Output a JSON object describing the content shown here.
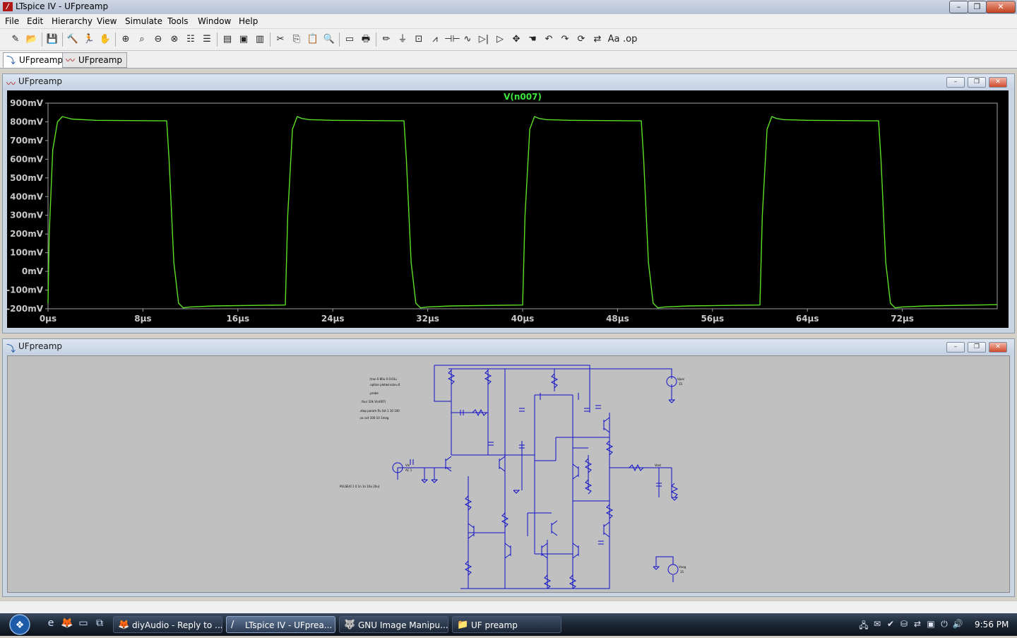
{
  "window": {
    "title": "LTspice IV - UFpreamp",
    "app_icon_letter": "/",
    "minimize_glyph": "–",
    "restore_glyph": "❐",
    "close_glyph": "✕"
  },
  "menu": [
    "File",
    "Edit",
    "Hierarchy",
    "View",
    "Simulate",
    "Tools",
    "Window",
    "Help"
  ],
  "toolbar_icons": [
    "new-schematic-icon",
    "open-icon",
    "save-icon",
    "control-panel-icon",
    "run-icon",
    "pan-icon",
    "zoom-in-icon",
    "zoom-area-icon",
    "zoom-out-icon",
    "zoom-fit-icon",
    "autorange-icon",
    "grid-icon",
    "tile-horizontal-icon",
    "cascade-icon",
    "tile-vertical-icon",
    "cut-icon",
    "copy-icon",
    "paste-icon",
    "find-icon",
    "print-preview-icon",
    "print-icon",
    "wire-icon",
    "ground-icon",
    "label-net-icon",
    "resistor-icon",
    "capacitor-icon",
    "inductor-icon",
    "diode-icon",
    "component-icon",
    "move-icon",
    "drag-icon",
    "undo-icon",
    "redo-icon",
    "rotate-icon",
    "mirror-icon",
    "text-icon",
    "spice-directive-icon"
  ],
  "toolbar_glyphs": [
    "✎",
    "📂",
    "💾",
    "🔨",
    "🏃",
    "✋",
    "⊕",
    "⌕",
    "⊖",
    "⊗",
    "☷",
    "☰",
    "▤",
    "▣",
    "▥",
    "✂",
    "⎘",
    "📋",
    "🔍",
    "▭",
    "🖶",
    "✏",
    "⏚",
    "⊡",
    "⩘",
    "⊣⊢",
    "∿",
    "▷|",
    "▷",
    "✥",
    "☚",
    "↶",
    "↷",
    "⟳",
    "⇄",
    "Aa",
    ".op"
  ],
  "tabs": [
    {
      "label": "UFpreamp",
      "icon": "schematic-icon",
      "glyph": "⤵",
      "active": true
    },
    {
      "label": "UFpreamp",
      "icon": "waveform-icon",
      "glyph": "〰",
      "active": false
    }
  ],
  "plot_window": {
    "title": "UFpreamp"
  },
  "schematic_window": {
    "title": "UFpreamp"
  },
  "chart_data": {
    "type": "line",
    "title": "V(n007)",
    "xlabel": "",
    "ylabel": "",
    "x_unit": "µs",
    "y_unit": "mV",
    "xlim": [
      0,
      80
    ],
    "ylim": [
      -200,
      900
    ],
    "x_ticks": [
      "0µs",
      "8µs",
      "16µs",
      "24µs",
      "32µs",
      "40µs",
      "48µs",
      "56µs",
      "64µs",
      "72µs"
    ],
    "y_ticks": [
      "900mV",
      "800mV",
      "700mV",
      "600mV",
      "500mV",
      "400mV",
      "300mV",
      "200mV",
      "100mV",
      "0mV",
      "-100mV",
      "-200mV"
    ],
    "x_tick_values": [
      0,
      8,
      16,
      24,
      32,
      40,
      48,
      56,
      64,
      72
    ],
    "y_tick_values": [
      900,
      800,
      700,
      600,
      500,
      400,
      300,
      200,
      100,
      0,
      -100,
      -200
    ],
    "grid": false,
    "background": "#000000",
    "series": [
      {
        "name": "V(n007)",
        "color": "#5ae021",
        "x": [
          0,
          0.1,
          0.4,
          0.8,
          1.2,
          2.0,
          4.0,
          10.0,
          10.2,
          10.6,
          11.0,
          11.4,
          12.0,
          14.0,
          20.0,
          20.2,
          20.6,
          21.0,
          21.4,
          22.0,
          24.0,
          30.0,
          30.2,
          30.6,
          31.0,
          31.4,
          32.0,
          34.0,
          40.0,
          40.2,
          40.6,
          41.0,
          41.4,
          42.0,
          44.0,
          50.0,
          50.2,
          50.6,
          51.0,
          51.4,
          52.0,
          54.0,
          60.0,
          60.2,
          60.6,
          61.0,
          61.4,
          62.0,
          64.0,
          70.0,
          70.2,
          70.6,
          71.0,
          71.4,
          72.0,
          74.0,
          80.0
        ],
        "y": [
          -170,
          200,
          650,
          800,
          828,
          815,
          808,
          805,
          600,
          50,
          -170,
          -195,
          -190,
          -185,
          -180,
          300,
          760,
          828,
          818,
          812,
          808,
          805,
          600,
          50,
          -170,
          -195,
          -190,
          -185,
          -180,
          300,
          760,
          828,
          818,
          812,
          808,
          805,
          600,
          50,
          -170,
          -195,
          -190,
          -185,
          -180,
          300,
          760,
          828,
          818,
          812,
          808,
          805,
          600,
          50,
          -170,
          -195,
          -190,
          -185,
          -178
        ]
      }
    ]
  },
  "schematic": {
    "notes": [
      ";tran 0 80u 0 0.01u",
      ".option plotwinsize=0",
      ".probe",
      ".four 10k V(n007)",
      ".step param Rv list 1 10 100",
      ";ac oct 100 10 1meg"
    ],
    "pulse_label": "PULSE(0 1 0 1n 1n 10u 20u)",
    "vin_label": "Vin",
    "vin_value": "AC 1",
    "vpos_label": "Vpos",
    "vpos_value": "15",
    "vneg_label": "Vneg",
    "vneg_value": "15",
    "vout_label": "Vout"
  },
  "taskbar": {
    "quicklaunch": [
      "ie-icon",
      "firefox-icon",
      "show-desktop-icon",
      "switch-windows-icon"
    ],
    "quicklaunch_glyphs": [
      "e",
      "🦊",
      "▭",
      "⧉"
    ],
    "tasks": [
      {
        "label": "diyAudio - Reply to ...",
        "icon": "firefox-icon",
        "glyph": "🦊",
        "active": false
      },
      {
        "label": "LTspice IV - UFprea...",
        "icon": "ltspice-icon",
        "glyph": "/",
        "active": true
      },
      {
        "label": "GNU Image Manipu...",
        "icon": "gimp-icon",
        "glyph": "🐺",
        "active": false
      },
      {
        "label": "UF preamp",
        "icon": "folder-icon",
        "glyph": "📁",
        "active": false
      }
    ],
    "tray_icons": [
      "network-icon",
      "messenger-icon",
      "security-icon",
      "usb-icon",
      "network2-icon",
      "display-icon",
      "power-icon",
      "volume-icon"
    ],
    "tray_glyphs": [
      "🖧",
      "✉",
      "✔",
      "⛁",
      "⇄",
      "▣",
      "⏻",
      "🔊"
    ],
    "clock": "9:56 PM",
    "start_glyph": "❖"
  }
}
